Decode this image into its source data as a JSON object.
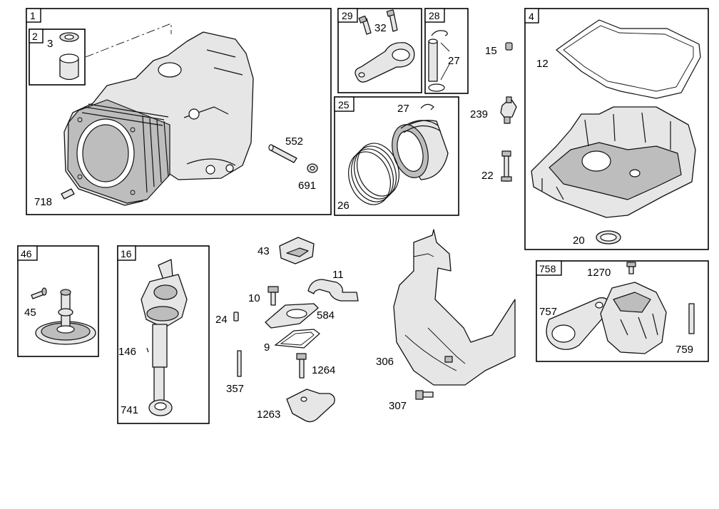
{
  "groups": [
    {
      "id": "1",
      "label": "1"
    },
    {
      "id": "2",
      "label": "2"
    },
    {
      "id": "29",
      "label": "29"
    },
    {
      "id": "28",
      "label": "28"
    },
    {
      "id": "25",
      "label": "25"
    },
    {
      "id": "4",
      "label": "4"
    },
    {
      "id": "46",
      "label": "46"
    },
    {
      "id": "16",
      "label": "16"
    },
    {
      "id": "758",
      "label": "758"
    }
  ],
  "callouts": {
    "c3": "3",
    "c552": "552",
    "c691": "691",
    "c718": "718",
    "c32": "32",
    "c27a": "27",
    "c27b": "27",
    "c26": "26",
    "c15": "15",
    "c239": "239",
    "c22": "22",
    "c12": "12",
    "c20": "20",
    "c43": "43",
    "c11": "11",
    "c10": "10",
    "c584": "584",
    "c9": "9",
    "c24": "24",
    "c1264": "1264",
    "c357": "357",
    "c1263": "1263",
    "c306": "306",
    "c307": "307",
    "c45": "45",
    "c146": "146",
    "c741": "741",
    "c1270": "1270",
    "c757": "757",
    "c759": "759"
  }
}
